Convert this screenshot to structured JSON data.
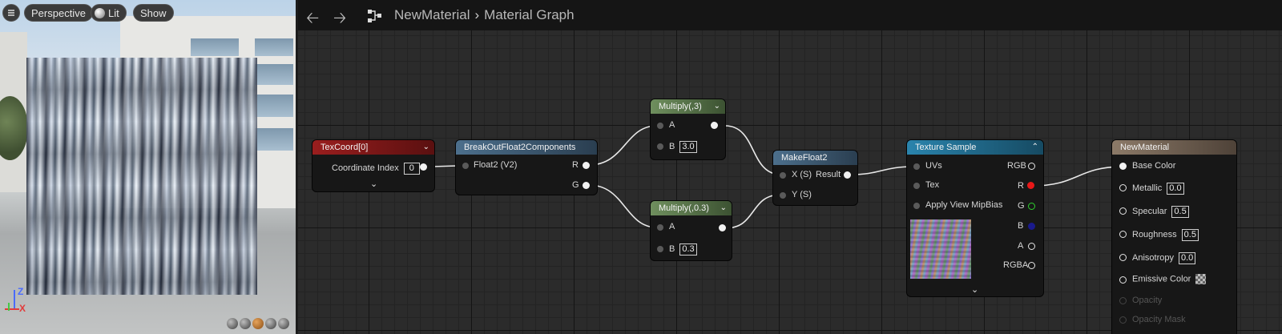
{
  "viewport": {
    "buttons": {
      "perspective": "Perspective",
      "lit": "Lit",
      "show": "Show"
    },
    "axes": {
      "z": "Z",
      "x": "X"
    }
  },
  "toolbar": {
    "breadcrumb": [
      "NewMaterial",
      "Material Graph"
    ]
  },
  "nodes": {
    "texcoord": {
      "title": "TexCoord[0]",
      "label": "Coordinate Index",
      "value": "0",
      "color": "#8b1c1c"
    },
    "breakout": {
      "title": "BreakOutFloat2Components",
      "input": "Float2 (V2)",
      "out_r": "R",
      "out_g": "G",
      "color": "#3e5a73"
    },
    "multiply1": {
      "title": "Multiply(,3)",
      "a": "A",
      "b": "B",
      "b_value": "3.0",
      "color": "#5a7a4a"
    },
    "multiply2": {
      "title": "Multiply(,0.3)",
      "a": "A",
      "b": "B",
      "b_value": "0.3",
      "color": "#5a7a4a"
    },
    "makefloat2": {
      "title": "MakeFloat2",
      "x": "X (S)",
      "y": "Y (S)",
      "result": "Result",
      "color": "#3e5a73"
    },
    "texsample": {
      "title": "Texture Sample",
      "color": "#1f6a8a",
      "inputs": [
        "UVs",
        "Tex",
        "Apply View MipBias"
      ],
      "outputs": [
        "RGB",
        "R",
        "G",
        "B",
        "A",
        "RGBA"
      ]
    },
    "result": {
      "title": "NewMaterial",
      "color": "#7a6a5a",
      "pins": [
        {
          "label": "Base Color",
          "value": ""
        },
        {
          "label": "Metallic",
          "value": "0.0"
        },
        {
          "label": "Specular",
          "value": "0.5"
        },
        {
          "label": "Roughness",
          "value": "0.5"
        },
        {
          "label": "Anisotropy",
          "value": "0.0"
        },
        {
          "label": "Emissive Color",
          "value": ""
        },
        {
          "label": "Opacity",
          "value": ""
        },
        {
          "label": "Opacity Mask",
          "value": ""
        }
      ]
    }
  },
  "icons": [
    "menu-icon",
    "lit-sphere-icon",
    "back-arrow-icon",
    "forward-arrow-icon",
    "hierarchy-icon",
    "breadcrumb-chevron-icon",
    "expand-chevron-icon"
  ]
}
